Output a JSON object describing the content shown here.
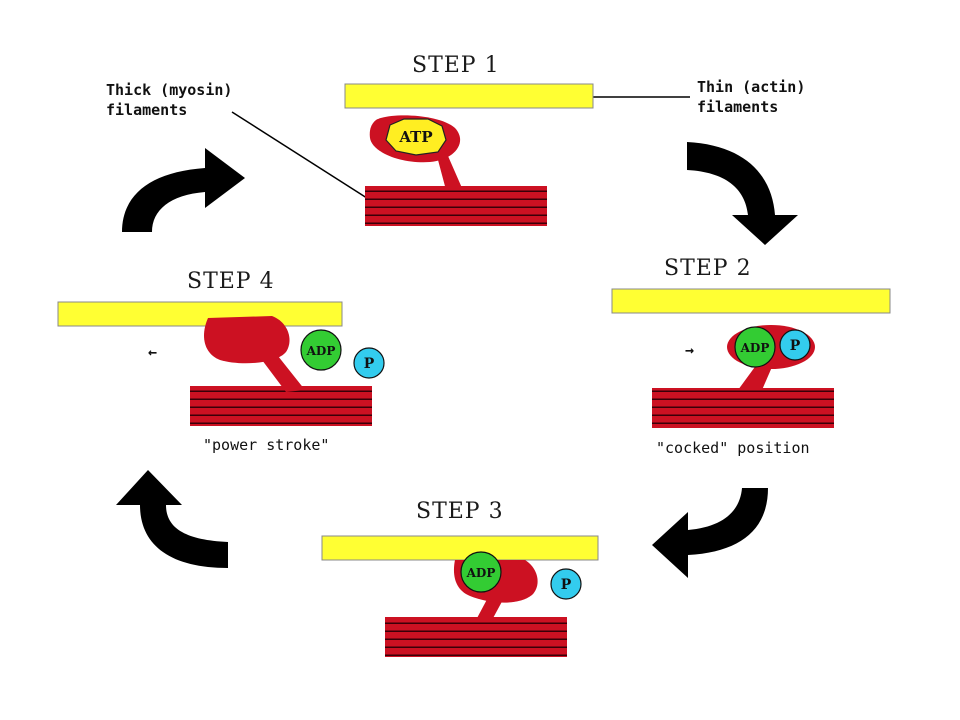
{
  "labels": {
    "thick_line1": "Thick (myosin)",
    "thick_line2": "filaments",
    "thin_line1": "Thin (actin)",
    "thin_line2": "filaments"
  },
  "steps": {
    "s1": {
      "title": "STEP 1",
      "molecule": "ATP"
    },
    "s2": {
      "title": "STEP 2",
      "adp": "ADP",
      "p": "P",
      "caption": "\"cocked\" position",
      "arrow": "→"
    },
    "s3": {
      "title": "STEP 3",
      "adp": "ADP",
      "p": "P"
    },
    "s4": {
      "title": "STEP 4",
      "adp": "ADP",
      "p": "P",
      "caption": "\"power stroke\"",
      "arrow": "←"
    }
  },
  "colors": {
    "actin": "#ffff33",
    "myosin": "#cc1122",
    "atp": "#ffee22",
    "adp": "#33cc33",
    "phosphate": "#33ccee",
    "cycle_arrow": "#000000"
  }
}
